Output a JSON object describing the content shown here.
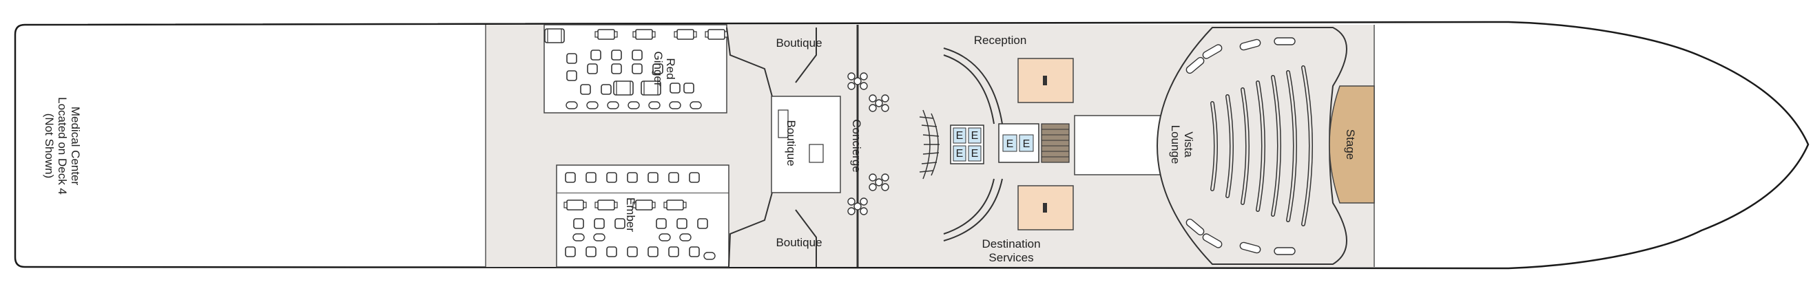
{
  "deck_plan": {
    "medical_note": {
      "line1": "Medical Center",
      "line2": "Located on Deck 4",
      "line3": "(Not Shown)"
    },
    "venues": {
      "red_ginger_line1": "Red",
      "red_ginger_line2": "Ginger",
      "ember": "Ember",
      "boutique_top": "Boutique",
      "boutique_middle": "Boutique",
      "boutique_bottom": "Boutique",
      "concierge": "Concierge",
      "reception": "Reception",
      "destination_line1": "Destination",
      "destination_line2": "Services",
      "vista_line1": "Vista",
      "vista_line2": "Lounge",
      "stage": "Stage"
    },
    "elevators": {
      "fwd_top_left": "E",
      "fwd_top_right": "E",
      "fwd_bottom_left": "E",
      "fwd_bottom_right": "E",
      "mid_left": "E",
      "mid_right": "E"
    },
    "colors": {
      "hull_outline": "#1a1a1a",
      "interior_fill": "#ebe8e5",
      "furniture_fill": "#ffffff",
      "furniture_stroke": "#333333",
      "restroom_fill": "#f6d9bd",
      "stage_fill": "#d7b488",
      "elevator_fill": "#cde6f4",
      "stair_fill": "#9b8b78"
    }
  }
}
